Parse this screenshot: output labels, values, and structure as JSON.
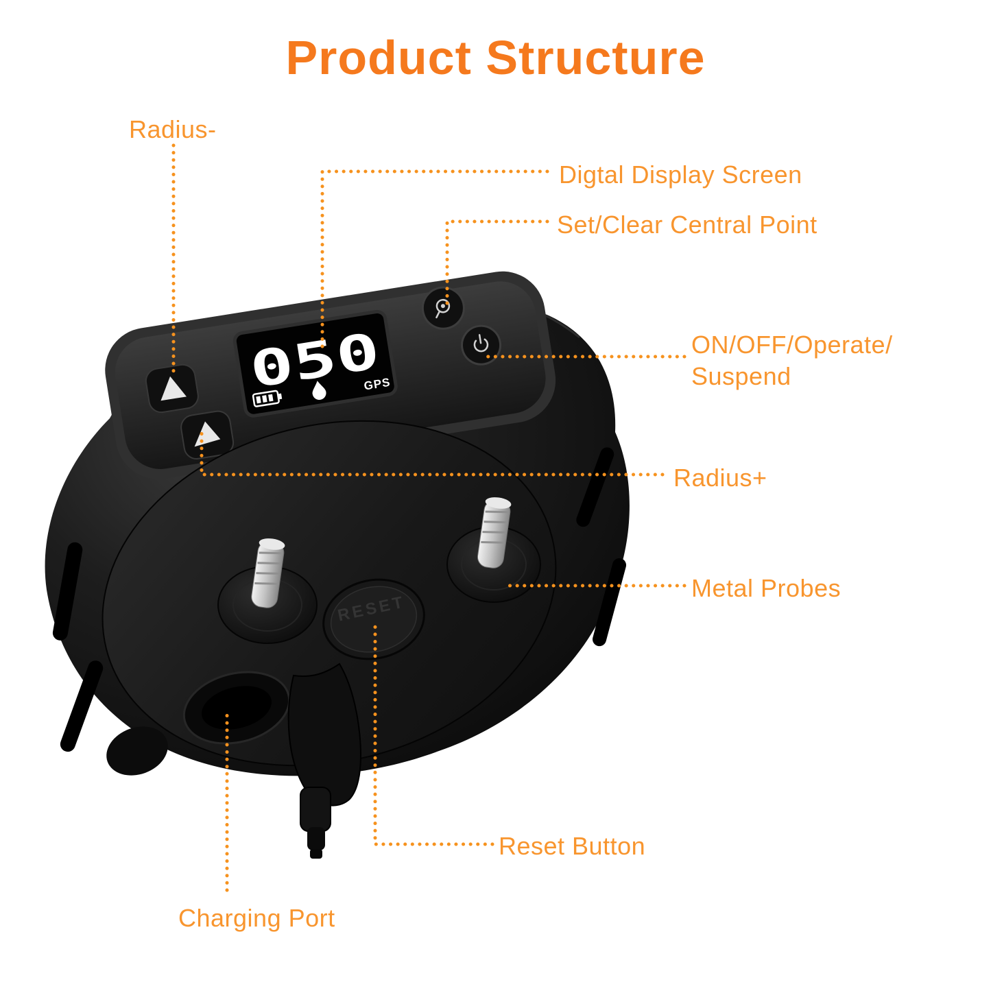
{
  "title": "Product Structure",
  "labels": {
    "radius_minus": "Radius-",
    "display_screen": "Digtal Display Screen",
    "set_clear": "Set/Clear Central Point",
    "on_off": "ON/OFF/Operate/\nSuspend",
    "radius_plus": "Radius+",
    "metal_probes": "Metal Probes",
    "reset_button": "Reset Button",
    "charging_port": "Charging Port"
  },
  "device": {
    "display_value": "050",
    "gps_label": "GPS",
    "reset_engraving": "RESET"
  },
  "colors": {
    "title": "#f5791d",
    "label": "#f8952e",
    "leader_dots": "#f6921e"
  }
}
